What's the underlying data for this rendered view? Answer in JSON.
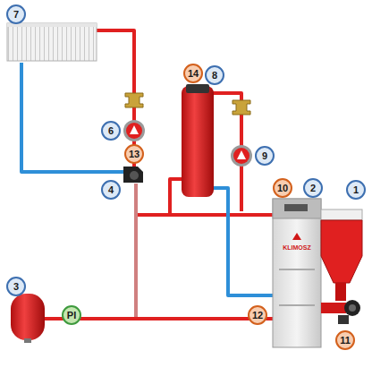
{
  "diagram": {
    "nodes": [
      {
        "text": [
          "7"
        ]
      },
      {
        "text": [
          "14"
        ]
      },
      {
        "text": [
          "8"
        ]
      },
      {
        "text": [
          "6"
        ]
      },
      {
        "text": [
          "9"
        ]
      },
      {
        "text": [
          "13"
        ]
      },
      {
        "text": [
          "10"
        ]
      },
      {
        "text": [
          "2"
        ]
      },
      {
        "text": [
          "1"
        ]
      },
      {
        "text": [
          "4"
        ]
      },
      {
        "text": [
          "3"
        ]
      },
      {
        "text": [
          "PI"
        ]
      },
      {
        "text": [
          "12"
        ]
      },
      {
        "text": [
          "11"
        ]
      }
    ],
    "labels": [
      "KLIMOSZ"
    ]
  }
}
